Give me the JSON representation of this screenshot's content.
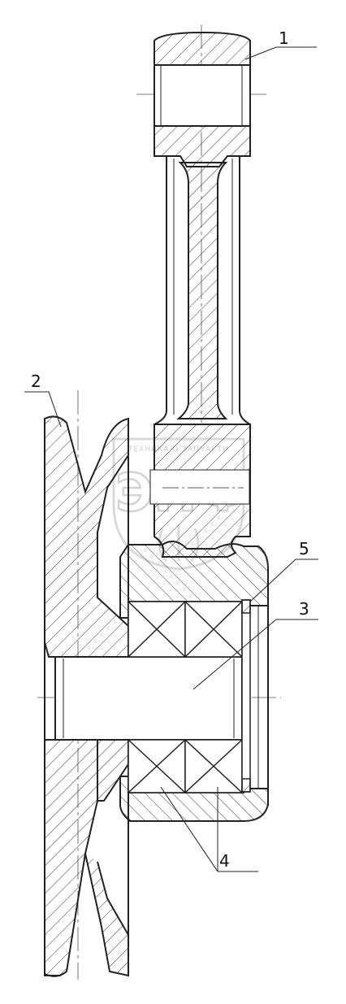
{
  "callouts": [
    {
      "id": "1",
      "label": "1"
    },
    {
      "id": "2",
      "label": "2"
    },
    {
      "id": "3",
      "label": "3"
    },
    {
      "id": "4",
      "label": "4"
    },
    {
      "id": "5",
      "label": "5"
    }
  ],
  "watermark": {
    "caption": "ТЕХНИКА О ЗАПЧАСТИ",
    "letters": "ЭПФ"
  },
  "colors": {
    "line": "#222222",
    "hatch": "#333333",
    "watermark": "#cfcfcf"
  }
}
